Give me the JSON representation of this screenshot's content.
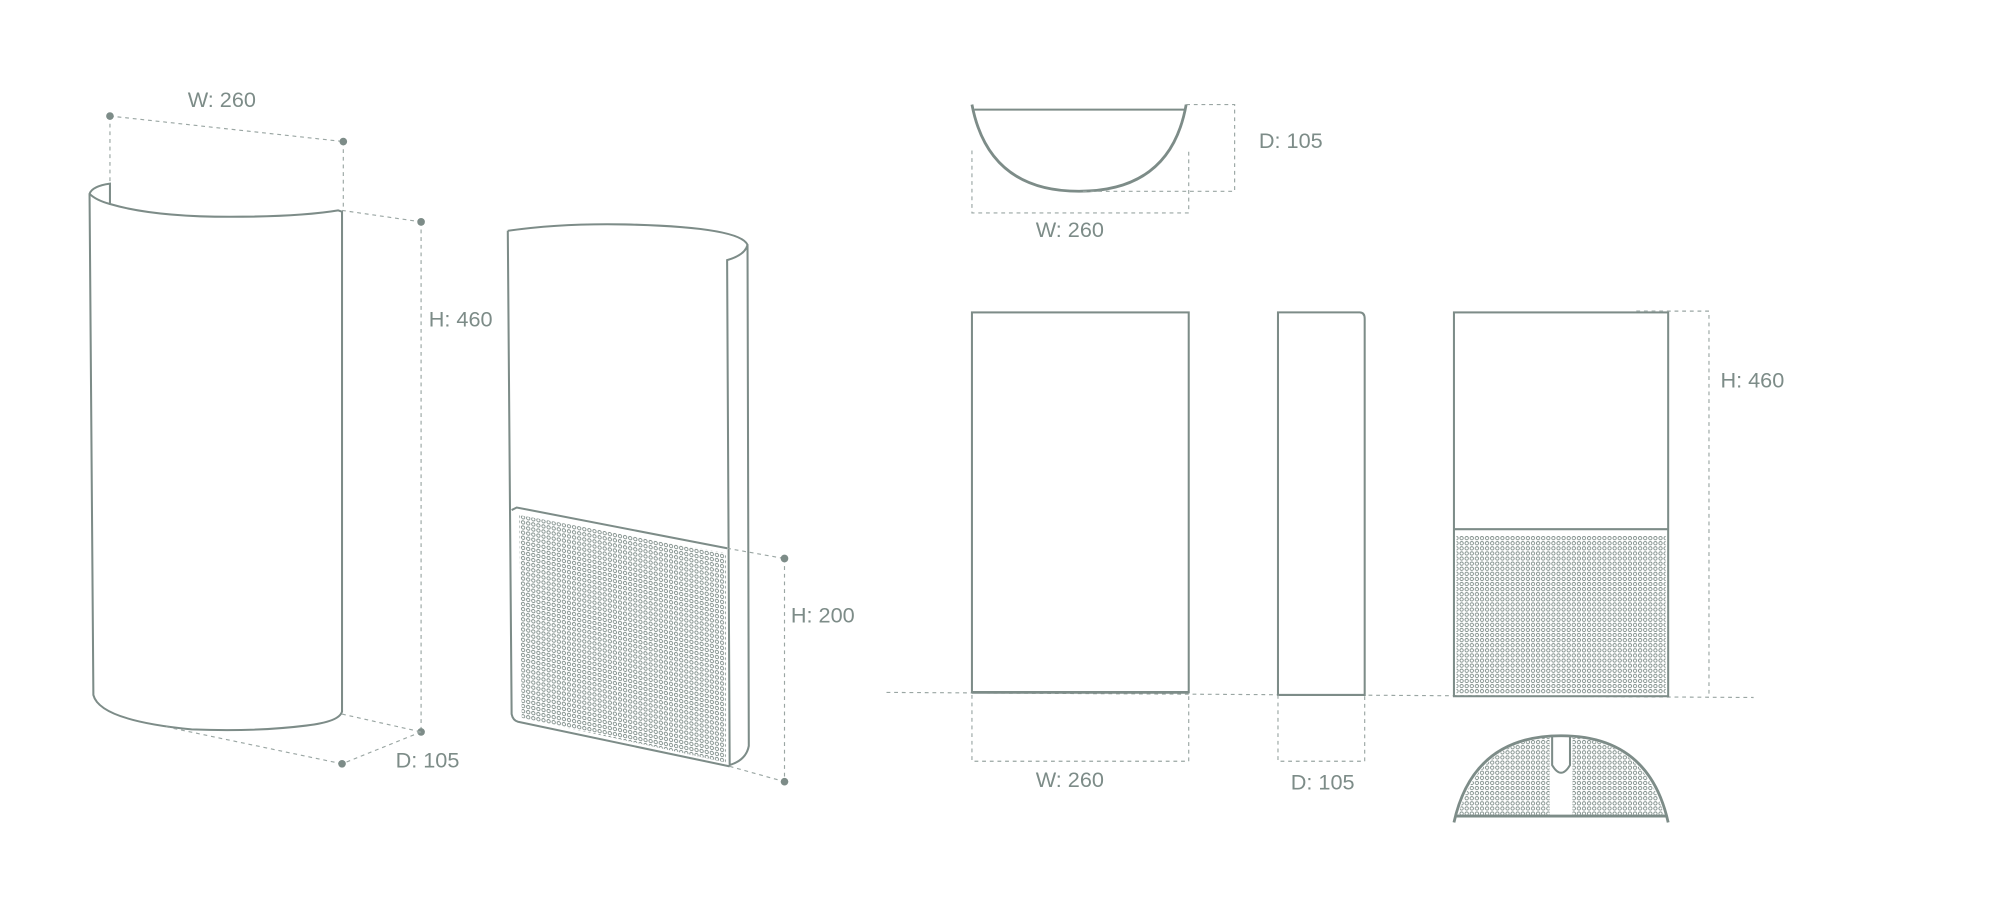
{
  "colors": {
    "line": "#7d8c88",
    "background": "#ffffff"
  },
  "perspective": {
    "width_label": "W: 260",
    "height_label": "H: 460",
    "depth_label": "D: 105",
    "filter_height_label": "H: 200"
  },
  "orthographic": {
    "top_depth_label": "D: 105",
    "top_width_label": "W: 260",
    "front_width_label": "W: 260",
    "side_depth_label": "D: 105",
    "back_height_label": "H: 460"
  }
}
